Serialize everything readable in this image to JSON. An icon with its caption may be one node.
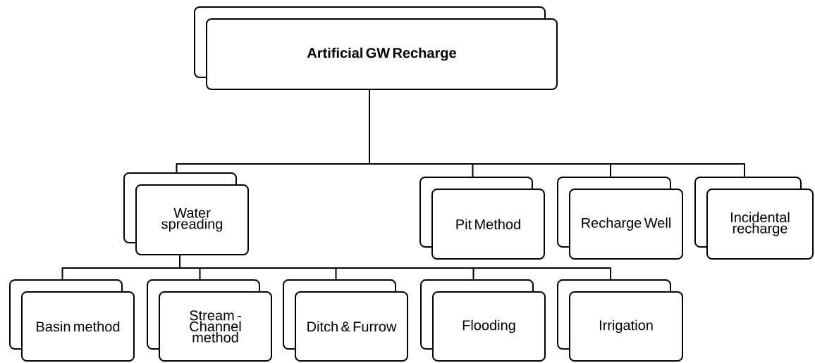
{
  "diagram": {
    "nodes": [
      {
        "text": [
          "Artificial GW Recharge"
        ]
      },
      {
        "text": [
          "Water spreading"
        ]
      },
      {
        "text": [
          "Pit Method"
        ]
      },
      {
        "text": [
          "Recharge Well"
        ]
      },
      {
        "text": [
          "Incidental recharge"
        ]
      },
      {
        "text": [
          "Basin method"
        ]
      },
      {
        "text": [
          "Stream - Channel method"
        ]
      },
      {
        "text": [
          "Ditch & Furrow"
        ]
      },
      {
        "text": [
          "Flooding"
        ]
      },
      {
        "text": [
          "Irrigation"
        ]
      }
    ],
    "edges": [
      {
        "from": 0,
        "to": 1,
        "arrow": "none"
      },
      {
        "from": 0,
        "to": 2,
        "arrow": "none"
      },
      {
        "from": 0,
        "to": 3,
        "arrow": "none"
      },
      {
        "from": 0,
        "to": 4,
        "arrow": "none"
      },
      {
        "from": 1,
        "to": 5,
        "arrow": "none"
      },
      {
        "from": 1,
        "to": 6,
        "arrow": "none"
      },
      {
        "from": 1,
        "to": 7,
        "arrow": "none"
      },
      {
        "from": 1,
        "to": 8,
        "arrow": "none"
      },
      {
        "from": 1,
        "to": 9,
        "arrow": "none"
      }
    ]
  }
}
